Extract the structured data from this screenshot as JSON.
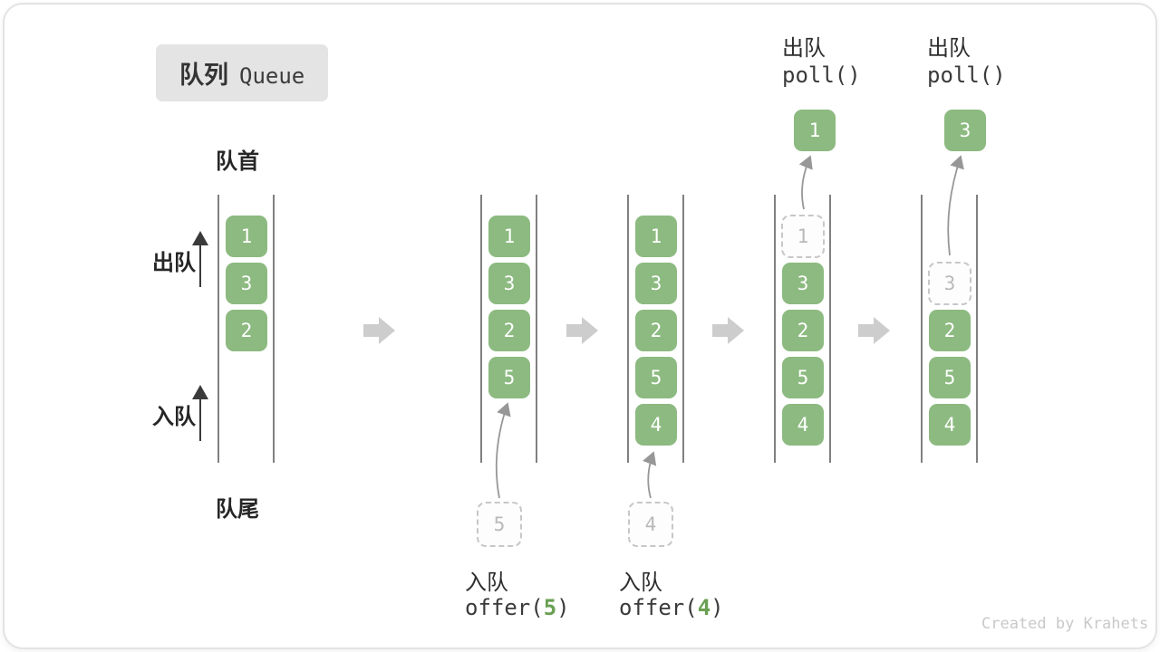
{
  "title": {
    "zh": "队列",
    "en": "Queue"
  },
  "side_labels": {
    "head": "队首",
    "tail": "队尾",
    "dequeue": "出队",
    "enqueue": "入队"
  },
  "footer": "Created by Krahets",
  "colors": {
    "cell_green": "#8CBA80",
    "code_arg_green": "#69A052",
    "transition_arrow": "#CDCDCD",
    "ghost_border": "#C7C7C7"
  },
  "states": [
    {
      "cells": [
        "1",
        "3",
        "2"
      ]
    },
    {
      "cells": [
        "1",
        "3",
        "2",
        "5"
      ],
      "ghost": "5",
      "op_label": "入队",
      "op_fn": "offer(",
      "op_arg": "5",
      "op_close": ")"
    },
    {
      "cells": [
        "1",
        "3",
        "2",
        "5",
        "4"
      ],
      "ghost": "4",
      "op_label": "入队",
      "op_fn": "offer(",
      "op_arg": "4",
      "op_close": ")"
    },
    {
      "ghost_cell": "1",
      "cells": [
        "3",
        "2",
        "5",
        "4"
      ],
      "removed": "1",
      "op_label": "出队",
      "op_fn": "poll()"
    },
    {
      "ghost_cell": "3",
      "cells": [
        "2",
        "5",
        "4"
      ],
      "removed": "3",
      "op_label": "出队",
      "op_fn": "poll()"
    }
  ]
}
